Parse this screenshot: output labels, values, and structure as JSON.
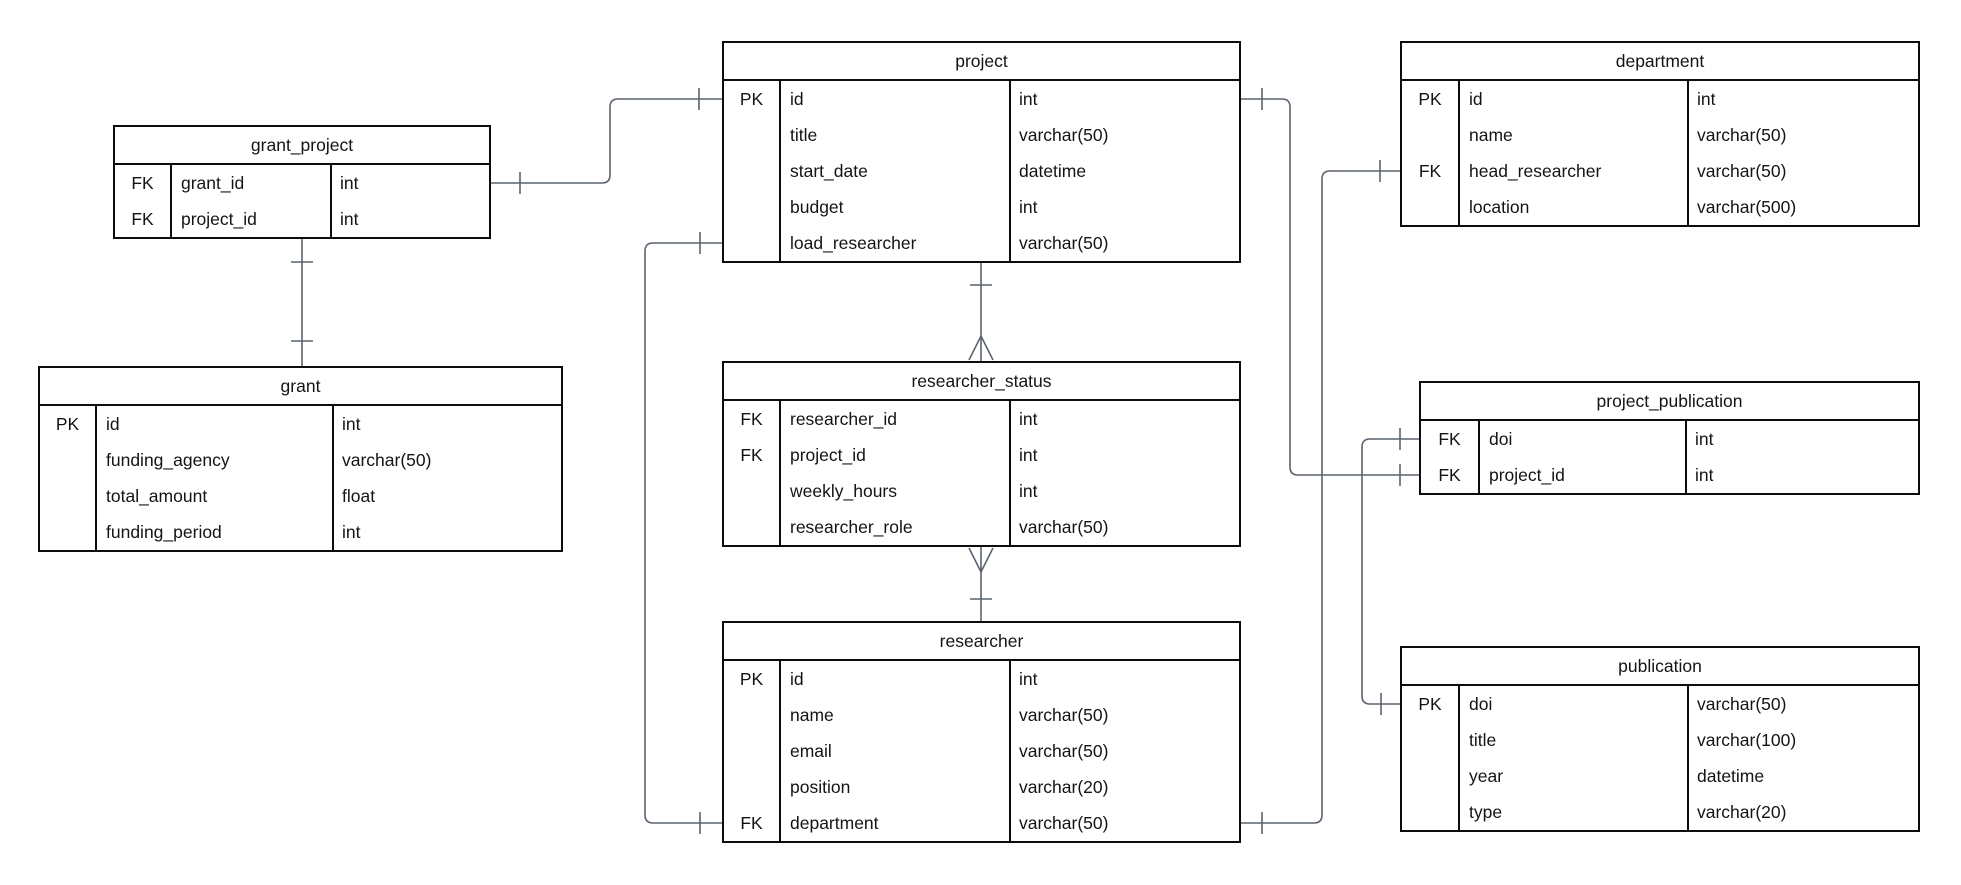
{
  "diagram": {
    "type": "entity-relationship",
    "notation": "crow's foot (one = tick, many = chevron)"
  },
  "colors": {
    "background": "#ffffff",
    "table_border": "#0d0d0d",
    "text": "#141414",
    "connector": "#5c6370"
  },
  "tables": [
    {
      "name": "grant_project",
      "fields": [
        {
          "key": "FK",
          "name": "grant_id",
          "type": "int"
        },
        {
          "key": "FK",
          "name": "project_id",
          "type": "int"
        }
      ]
    },
    {
      "name": "grant",
      "fields": [
        {
          "key": "PK",
          "name": "id",
          "type": "int"
        },
        {
          "key": "",
          "name": "funding_agency",
          "type": "varchar(50)"
        },
        {
          "key": "",
          "name": "total_amount",
          "type": "float"
        },
        {
          "key": "",
          "name": "funding_period",
          "type": "int"
        }
      ]
    },
    {
      "name": "project",
      "fields": [
        {
          "key": "PK",
          "name": "id",
          "type": "int"
        },
        {
          "key": "",
          "name": "title",
          "type": "varchar(50)"
        },
        {
          "key": "",
          "name": "start_date",
          "type": "datetime"
        },
        {
          "key": "",
          "name": "budget",
          "type": "int"
        },
        {
          "key": "",
          "name": "load_researcher",
          "type": "varchar(50)"
        }
      ]
    },
    {
      "name": "researcher_status",
      "fields": [
        {
          "key": "FK",
          "name": "researcher_id",
          "type": "int"
        },
        {
          "key": "FK",
          "name": "project_id",
          "type": "int"
        },
        {
          "key": "",
          "name": "weekly_hours",
          "type": "int"
        },
        {
          "key": "",
          "name": "researcher_role",
          "type": "varchar(50)"
        }
      ]
    },
    {
      "name": "researcher",
      "fields": [
        {
          "key": "PK",
          "name": "id",
          "type": "int"
        },
        {
          "key": "",
          "name": "name",
          "type": "varchar(50)"
        },
        {
          "key": "",
          "name": "email",
          "type": "varchar(50)"
        },
        {
          "key": "",
          "name": "position",
          "type": "varchar(20)"
        },
        {
          "key": "FK",
          "name": "department",
          "type": "varchar(50)"
        }
      ]
    },
    {
      "name": "department",
      "fields": [
        {
          "key": "PK",
          "name": "id",
          "type": "int"
        },
        {
          "key": "",
          "name": "name",
          "type": "varchar(50)"
        },
        {
          "key": "FK",
          "name": "head_researcher",
          "type": "varchar(50)"
        },
        {
          "key": "",
          "name": "location",
          "type": "varchar(500)"
        }
      ]
    },
    {
      "name": "project_publication",
      "fields": [
        {
          "key": "FK",
          "name": "doi",
          "type": "int"
        },
        {
          "key": "FK",
          "name": "project_id",
          "type": "int"
        }
      ]
    },
    {
      "name": "publication",
      "fields": [
        {
          "key": "PK",
          "name": "doi",
          "type": "varchar(50)"
        },
        {
          "key": "",
          "name": "title",
          "type": "varchar(100)"
        },
        {
          "key": "",
          "name": "year",
          "type": "datetime"
        },
        {
          "key": "",
          "name": "type",
          "type": "varchar(20)"
        }
      ]
    }
  ],
  "relationships": [
    {
      "from_table": "grant_project",
      "from_field": "grant_id",
      "from_end": "one",
      "to_table": "project",
      "to_field": "id",
      "to_end": "one"
    },
    {
      "from_table": "grant_project",
      "from_field": "",
      "from_end": "one",
      "to_table": "grant",
      "to_field": "",
      "to_end": "one"
    },
    {
      "from_table": "project",
      "from_field": "",
      "from_end": "one",
      "to_table": "researcher_status",
      "to_field": "",
      "to_end": "many"
    },
    {
      "from_table": "researcher_status",
      "from_field": "",
      "from_end": "many",
      "to_table": "researcher",
      "to_field": "",
      "to_end": "one"
    },
    {
      "from_table": "project",
      "from_field": "load_researcher",
      "from_end": "one",
      "to_table": "researcher",
      "to_field": "department",
      "to_end": "one"
    },
    {
      "from_table": "project",
      "from_field": "id",
      "from_end": "one",
      "to_table": "project_publication",
      "to_field": "project_id",
      "to_end": "one"
    },
    {
      "from_table": "department",
      "from_field": "head_researcher",
      "from_end": "one",
      "to_table": "researcher",
      "to_field": "department",
      "to_end": "one"
    },
    {
      "from_table": "project_publication",
      "from_field": "doi",
      "from_end": "one",
      "to_table": "publication",
      "to_field": "doi",
      "to_end": "one"
    }
  ]
}
